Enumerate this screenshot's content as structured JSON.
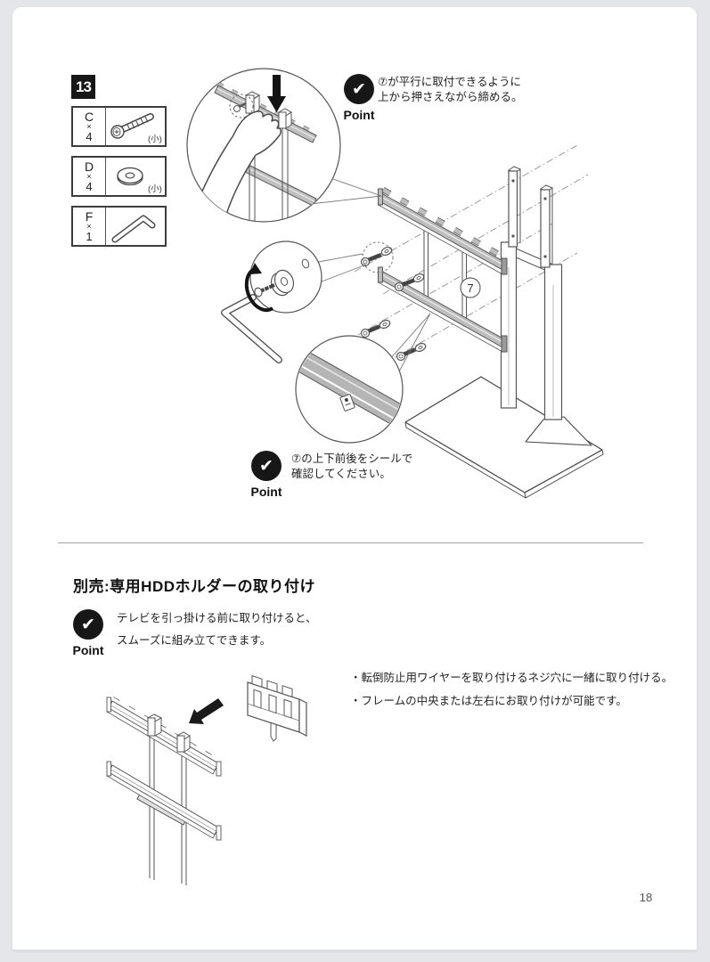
{
  "step": {
    "number": "13"
  },
  "parts": {
    "rows": [
      {
        "letter": "C",
        "times": "×",
        "qty": "4",
        "note": "(小)"
      },
      {
        "letter": "D",
        "times": "×",
        "qty": "4",
        "note": "(小)"
      },
      {
        "letter": "F",
        "times": "×",
        "qty": "1",
        "note": ""
      }
    ]
  },
  "icons": {
    "check": "✔"
  },
  "points": {
    "top": {
      "label": "Point",
      "line1": "⑦が平行に取付できるように",
      "line2": "上から押さえながら締める。"
    },
    "bottom": {
      "label": "Point",
      "line1": "⑦の上下前後をシールで",
      "line2": "確認してください。"
    }
  },
  "diagram": {
    "part_label": "7"
  },
  "hdd_section": {
    "heading": "別売:専用HDDホルダーの取り付け",
    "point": {
      "label": "Point",
      "line1": "テレビを引っ掛ける前に取り付けると、",
      "line2": "スムーズに組み立てできます。"
    },
    "bullets": [
      "・転倒防止用ワイヤーを取り付けるネジ穴に一緒に取り付ける。",
      "・フレームの中央または左右にお取り付けが可能です。"
    ]
  },
  "page": {
    "number": "18"
  }
}
